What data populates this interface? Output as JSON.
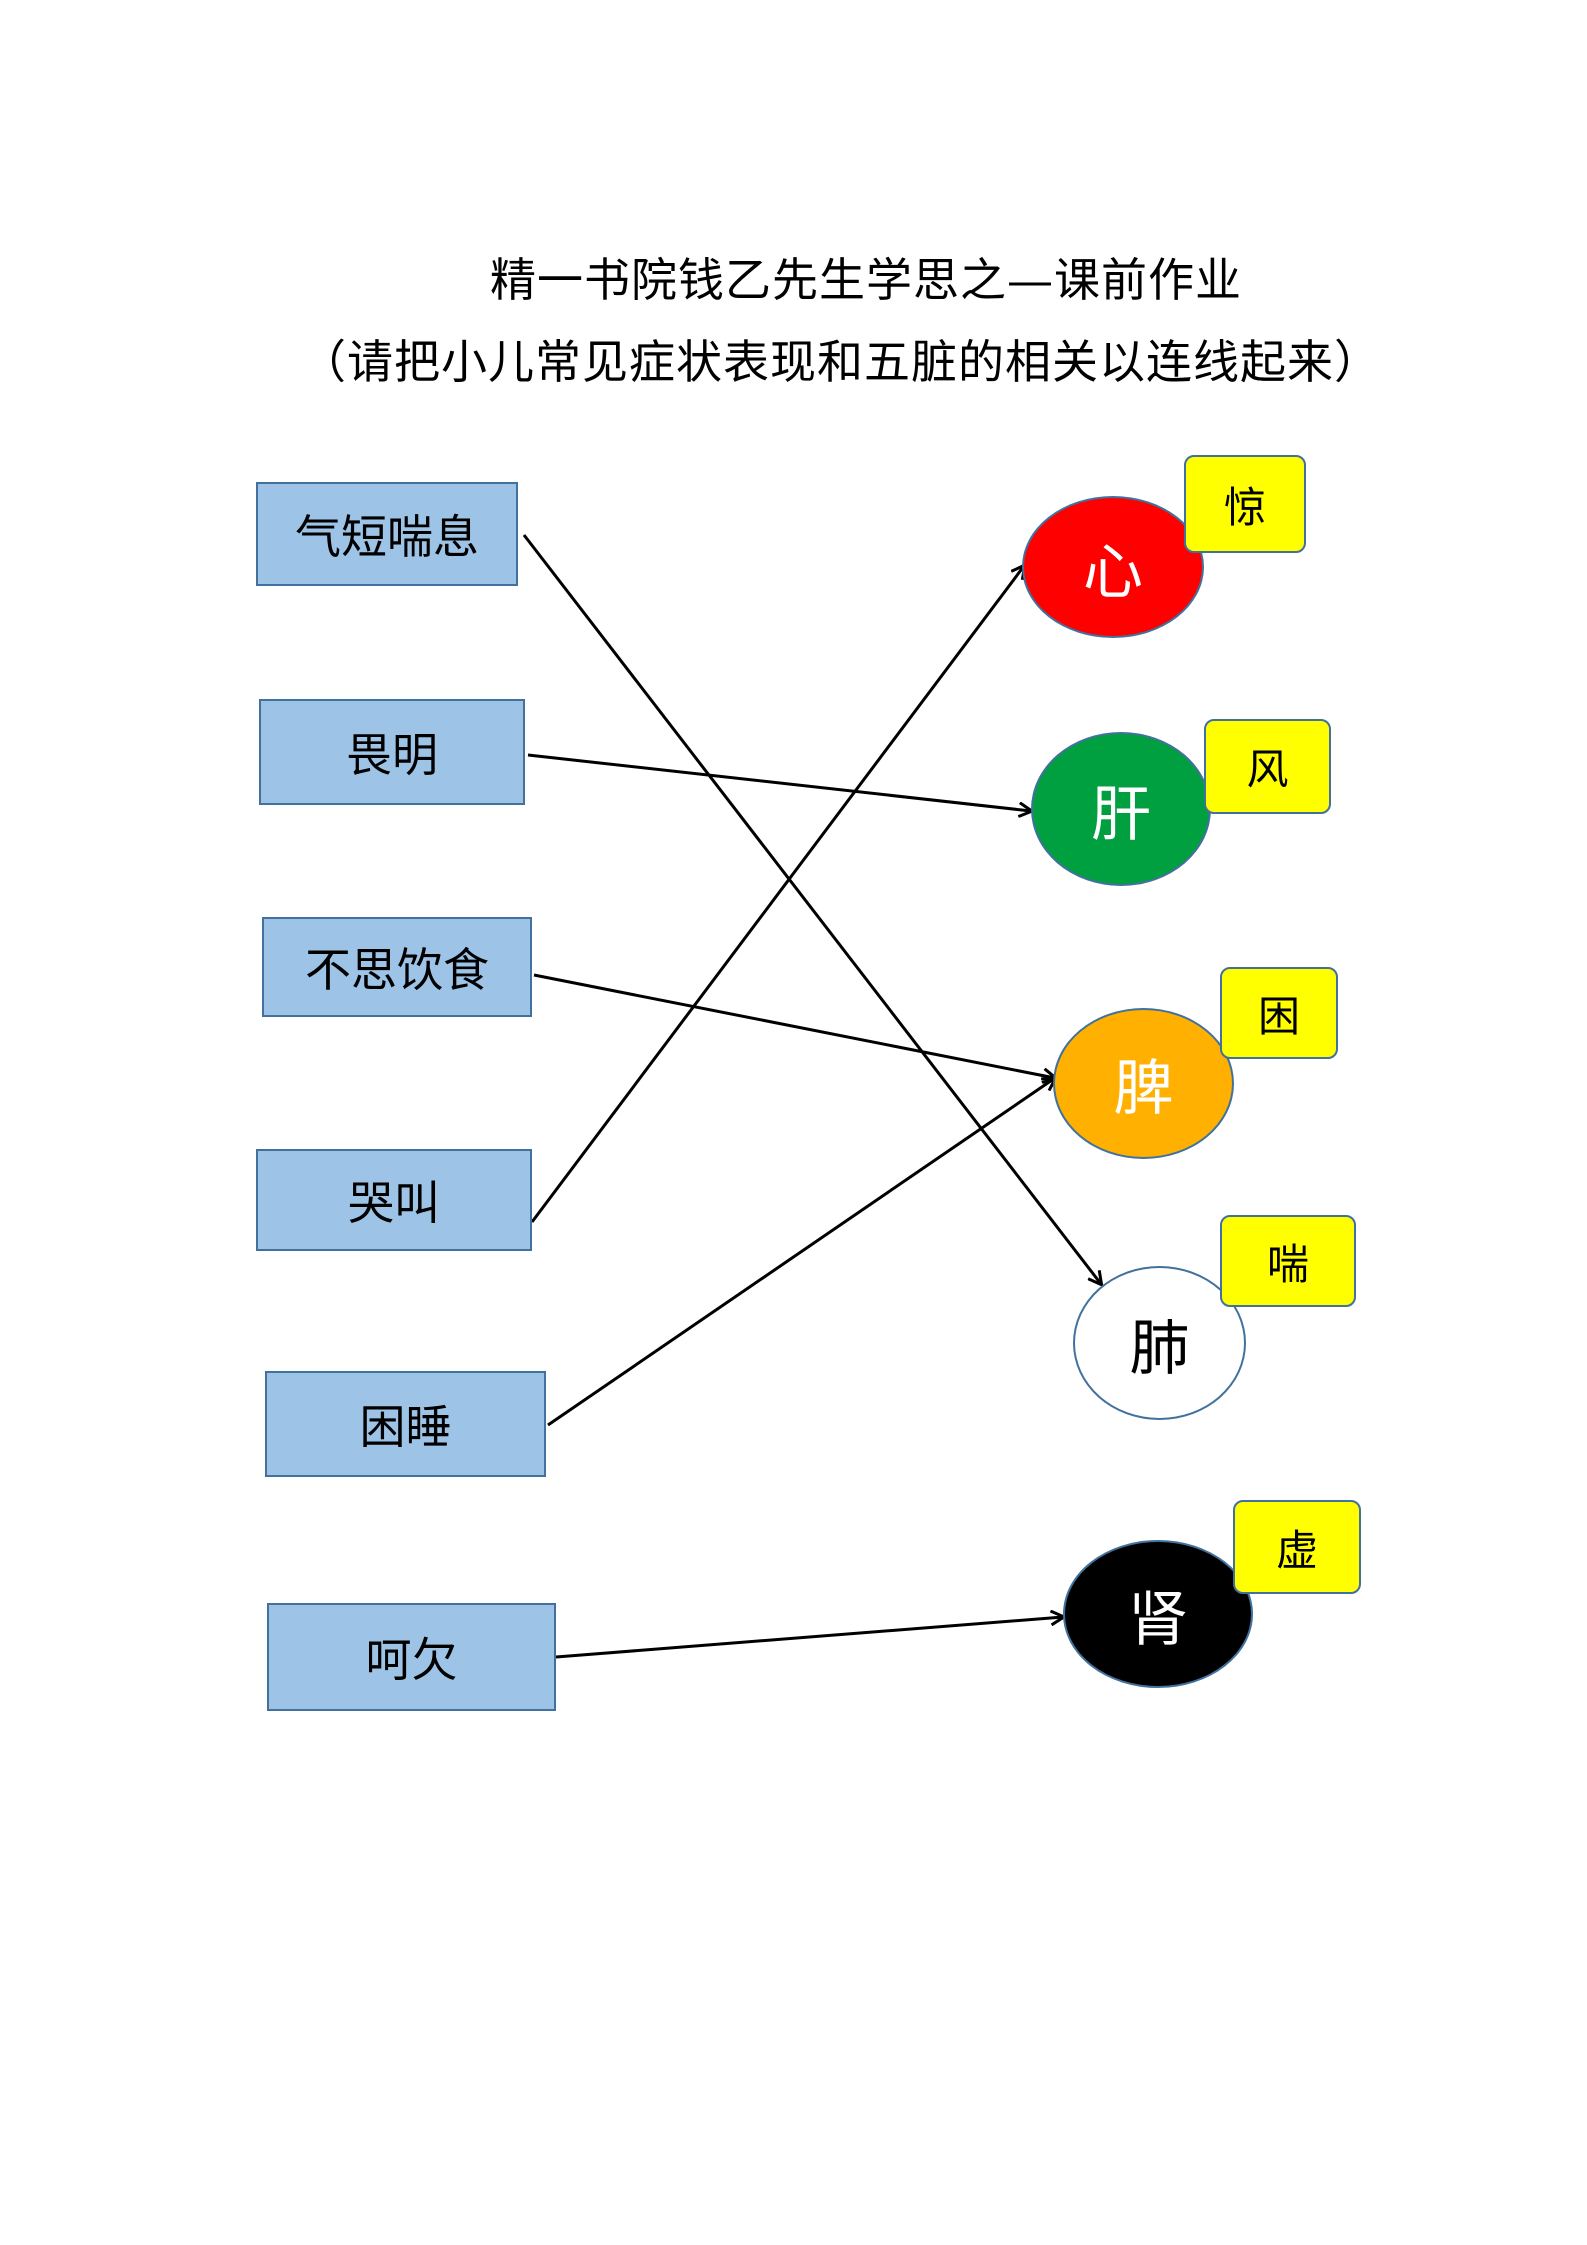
{
  "title": "精一书院钱乙先生学思之—课前作业",
  "subtitle": "（请把小儿常见症状表现和五脏的相关以连线起来）",
  "symptoms": [
    {
      "label": "气短喘息"
    },
    {
      "label": "畏明"
    },
    {
      "label": "不思饮食"
    },
    {
      "label": "哭叫"
    },
    {
      "label": "困睡"
    },
    {
      "label": "呵欠"
    }
  ],
  "organs": [
    {
      "label": "心",
      "tag": "惊",
      "fill": "#ff0000",
      "text_color": "#ffffff"
    },
    {
      "label": "肝",
      "tag": "风",
      "fill": "#00a040",
      "text_color": "#ffffff"
    },
    {
      "label": "脾",
      "tag": "困",
      "fill": "#ffb000",
      "text_color": "#ffffff"
    },
    {
      "label": "肺",
      "tag": "喘",
      "fill": "#ffffff",
      "text_color": "#000000"
    },
    {
      "label": "肾",
      "tag": "虚",
      "fill": "#000000",
      "text_color": "#ffffff"
    }
  ],
  "connections": [
    {
      "from": "气短喘息",
      "to": "肺"
    },
    {
      "from": "畏明",
      "to": "肝"
    },
    {
      "from": "不思饮食",
      "to": "脾"
    },
    {
      "from": "哭叫",
      "to": "心"
    },
    {
      "from": "困睡",
      "to": "脾"
    },
    {
      "from": "呵欠",
      "to": "肾"
    }
  ]
}
